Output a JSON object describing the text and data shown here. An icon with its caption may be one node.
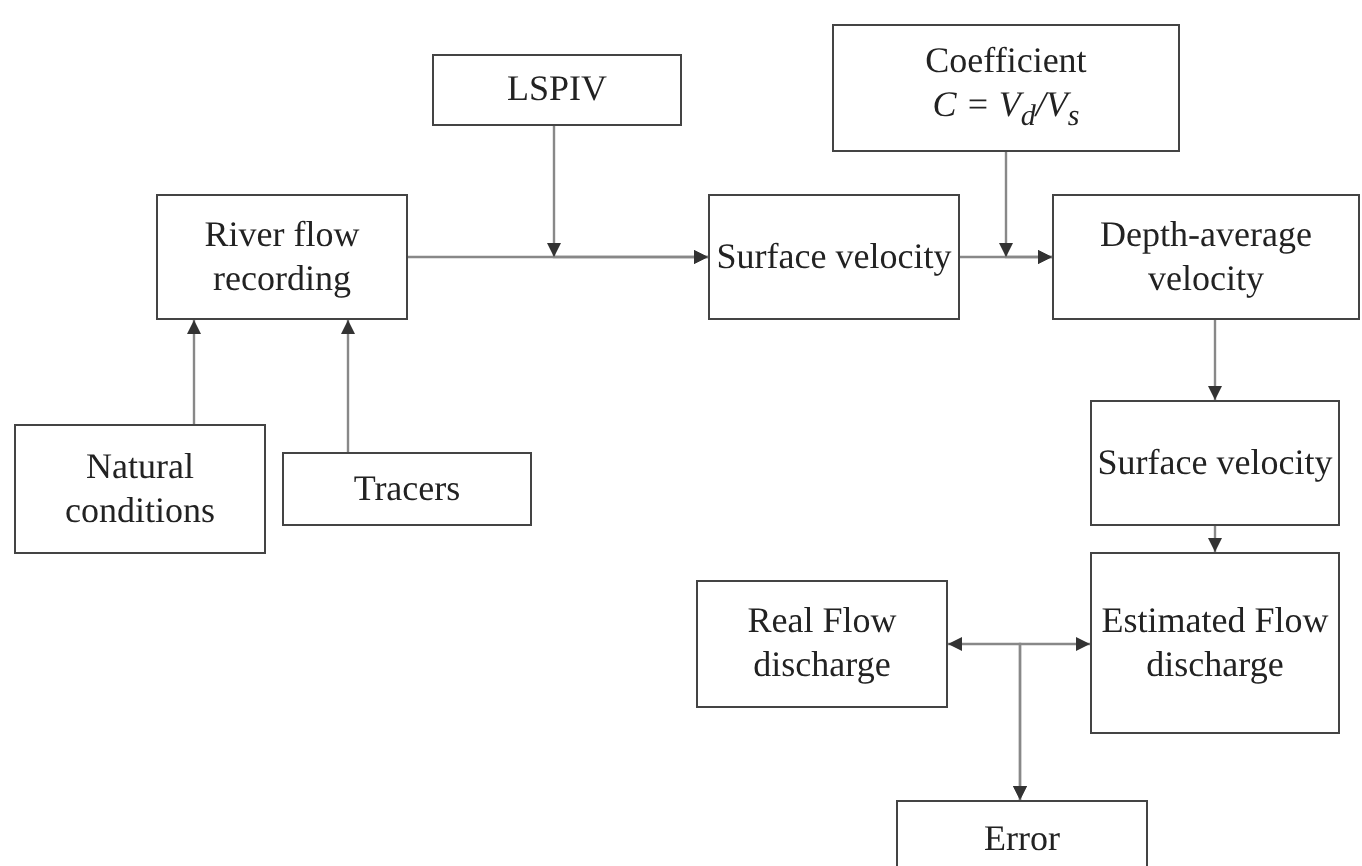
{
  "diagram": {
    "nodes": [
      {
        "text": [
          "LSPIV"
        ]
      },
      {
        "text": [
          "Coefficient",
          "C = V$_{d}$/V$_{s}$"
        ]
      },
      {
        "text": [
          "River flow recording"
        ]
      },
      {
        "text": [
          "Surface velocity"
        ]
      },
      {
        "text": [
          "Depth-average velocity"
        ]
      },
      {
        "text": [
          "Natural conditions"
        ]
      },
      {
        "text": [
          "Tracers"
        ]
      },
      {
        "text": [
          "Surface velocity"
        ]
      },
      {
        "text": [
          "Real Flow discharge"
        ]
      },
      {
        "text": [
          "Estimated Flow discharge"
        ]
      },
      {
        "text": [
          "Error"
        ]
      }
    ],
    "edges": [
      {
        "from": 5,
        "to": 2,
        "arrow": "to"
      },
      {
        "from": 6,
        "to": 2,
        "arrow": "to"
      },
      {
        "from": 2,
        "to": 3,
        "arrow": "to"
      },
      {
        "from": 0,
        "to": 3,
        "arrow": "to"
      },
      {
        "from": 3,
        "to": 4,
        "arrow": "to"
      },
      {
        "from": 1,
        "to": 4,
        "arrow": "to"
      },
      {
        "from": 4,
        "to": 7,
        "arrow": "to"
      },
      {
        "from": 7,
        "to": 9,
        "arrow": "to"
      },
      {
        "from": 8,
        "to": 10,
        "arrow": "both"
      },
      {
        "from": 9,
        "to": 10,
        "arrow": "both"
      }
    ]
  }
}
